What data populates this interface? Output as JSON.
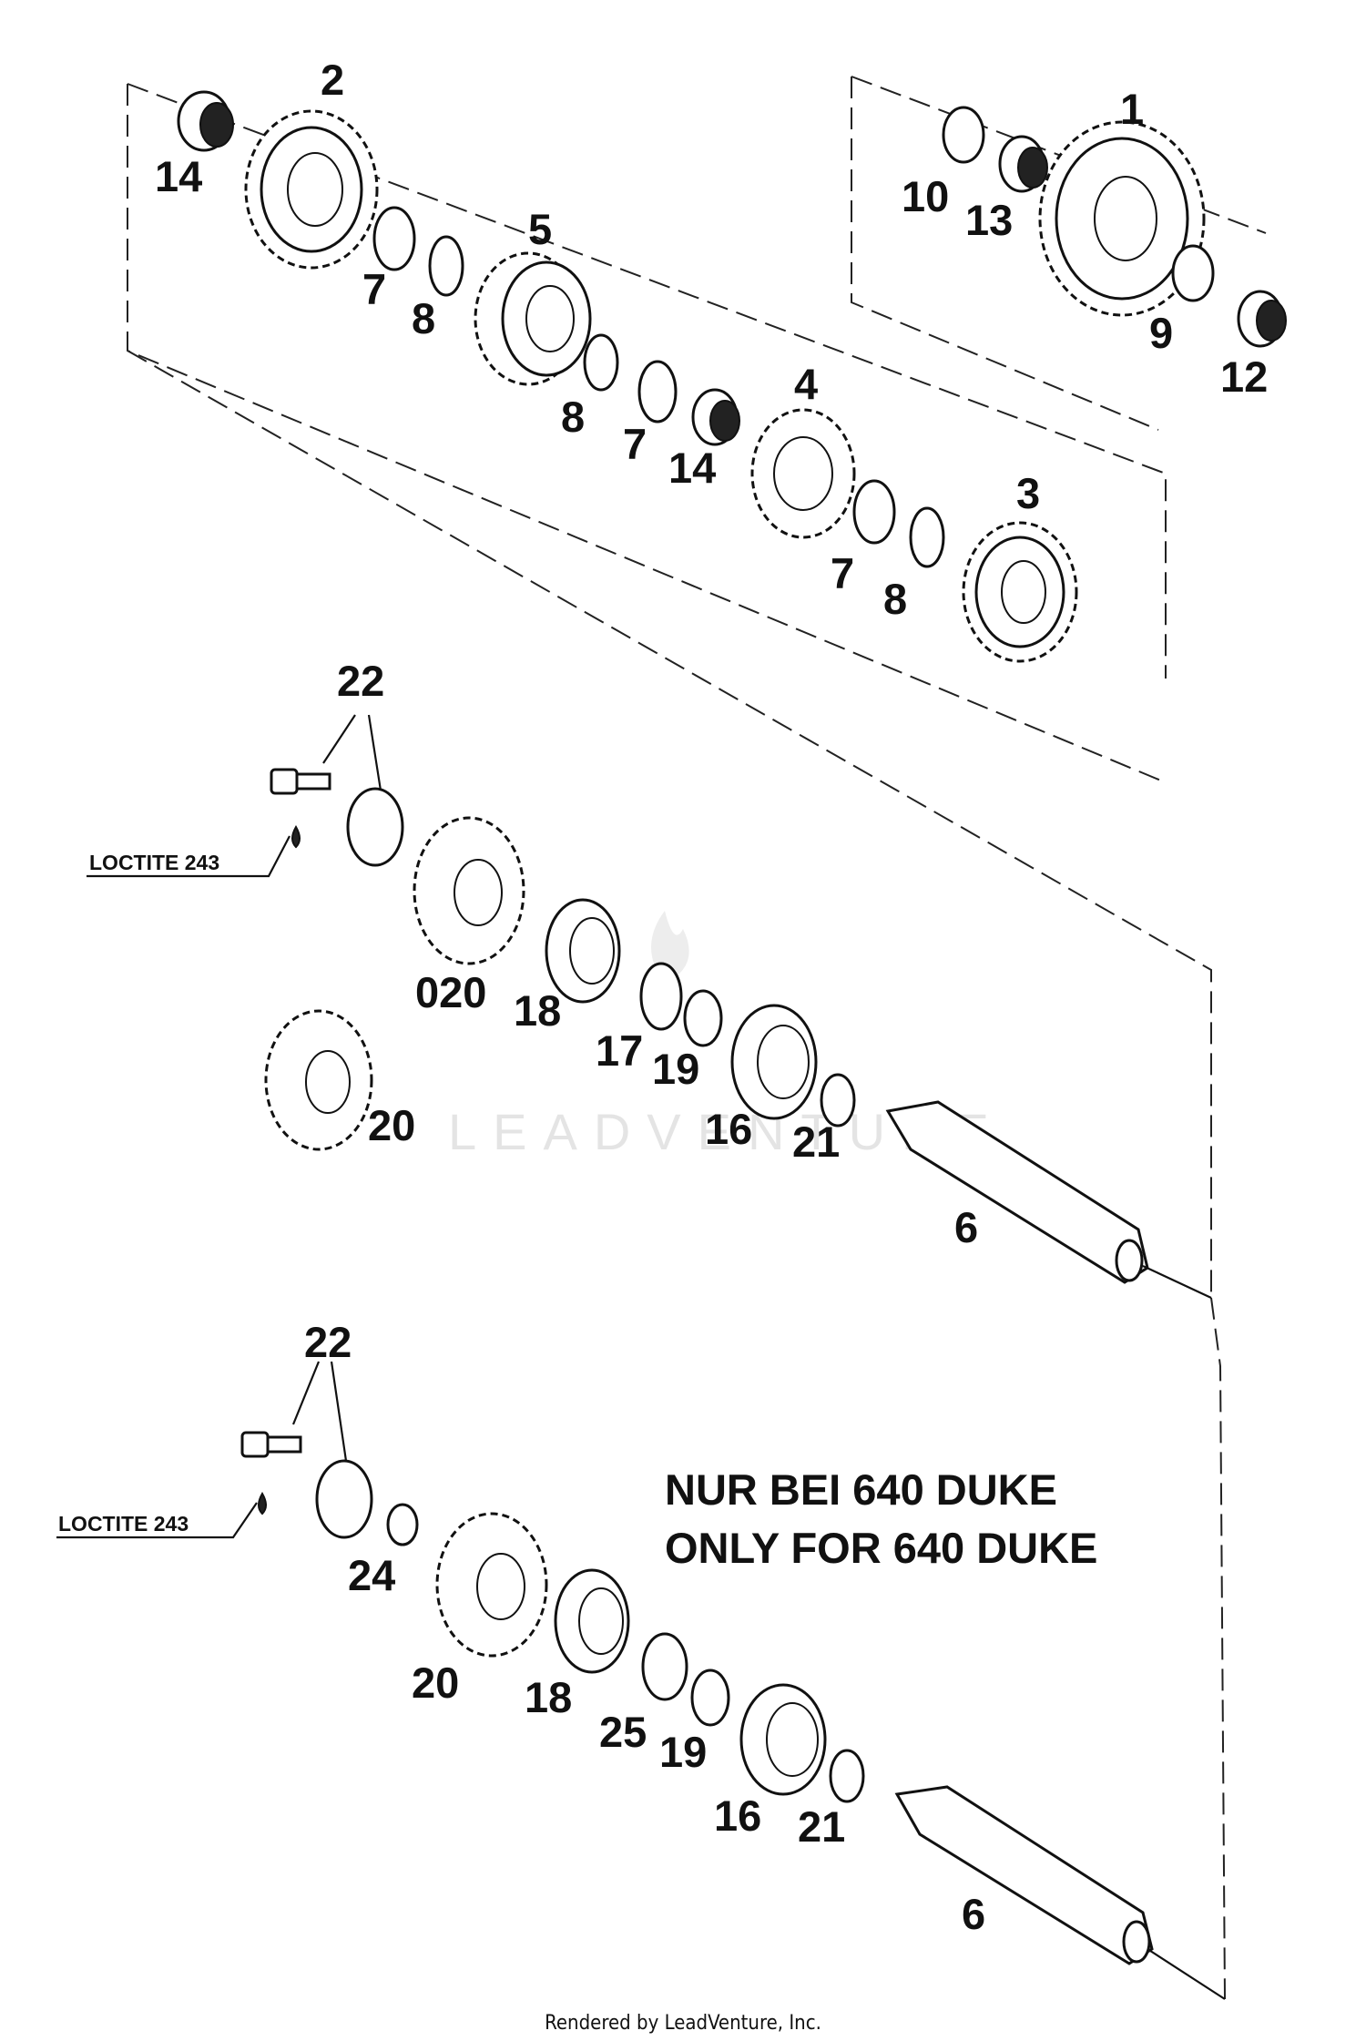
{
  "callouts": {
    "top": [
      "2",
      "14",
      "7",
      "8",
      "5",
      "8",
      "7",
      "14",
      "4",
      "7",
      "8",
      "3",
      "1",
      "10",
      "13",
      "9",
      "12"
    ],
    "middle": [
      "22",
      "020",
      "18",
      "17",
      "19",
      "16",
      "21",
      "20",
      "6"
    ],
    "bottom": [
      "22",
      "24",
      "20",
      "18",
      "25",
      "19",
      "16",
      "21",
      "6"
    ]
  },
  "notes": {
    "loctite_1": "LOCTITE 243",
    "loctite_2": "LOCTITE 243",
    "line_de": "NUR BEI 640 DUKE",
    "line_en": "ONLY FOR 640 DUKE"
  },
  "watermark": "LEADVENTURE",
  "footer": "Rendered by LeadVenture, Inc."
}
